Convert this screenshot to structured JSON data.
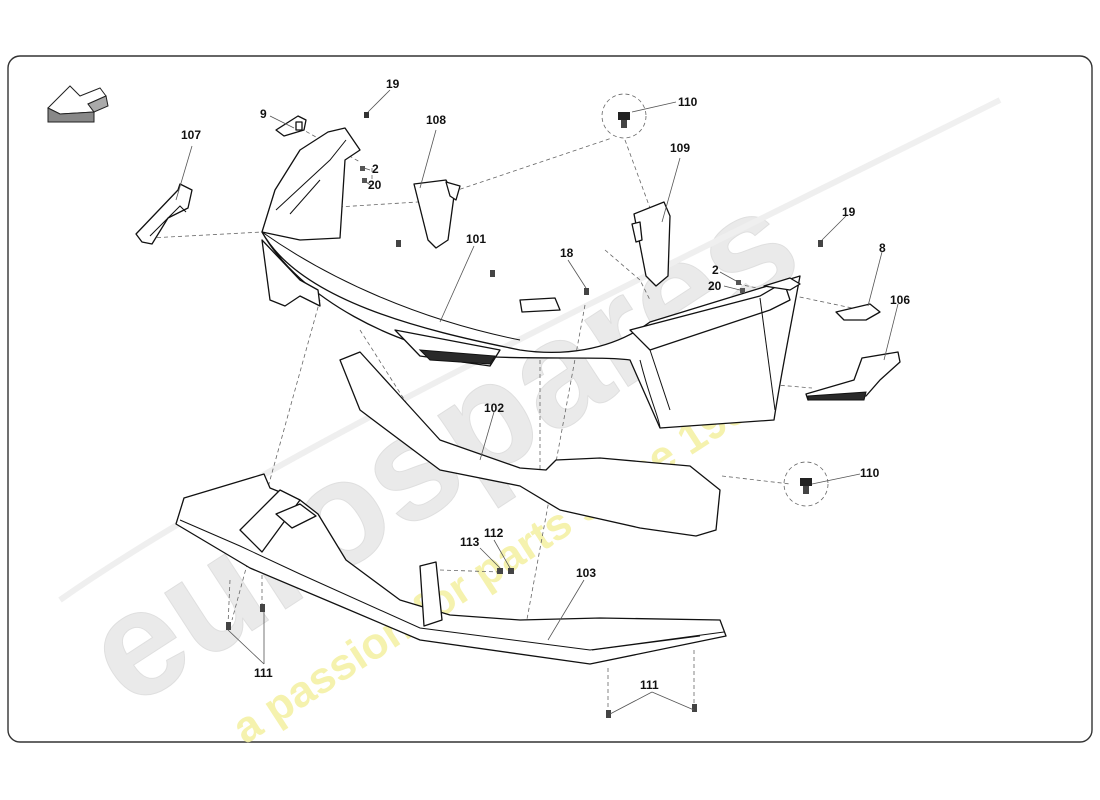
{
  "diagram": {
    "type": "exploded-parts-diagram",
    "callouts": [
      {
        "id": "c107",
        "label": "107"
      },
      {
        "id": "c9",
        "label": "9"
      },
      {
        "id": "c19a",
        "label": "19"
      },
      {
        "id": "c2a",
        "label": "2"
      },
      {
        "id": "c20a",
        "label": "20"
      },
      {
        "id": "c108",
        "label": "108"
      },
      {
        "id": "c110a",
        "label": "110"
      },
      {
        "id": "c109",
        "label": "109"
      },
      {
        "id": "c101",
        "label": "101"
      },
      {
        "id": "c18",
        "label": "18"
      },
      {
        "id": "c2b",
        "label": "2"
      },
      {
        "id": "c20b",
        "label": "20"
      },
      {
        "id": "c19b",
        "label": "19"
      },
      {
        "id": "c8",
        "label": "8"
      },
      {
        "id": "c106",
        "label": "106"
      },
      {
        "id": "c102",
        "label": "102"
      },
      {
        "id": "c110b",
        "label": "110"
      },
      {
        "id": "c113",
        "label": "113"
      },
      {
        "id": "c112",
        "label": "112"
      },
      {
        "id": "c103",
        "label": "103"
      },
      {
        "id": "c111a",
        "label": "111"
      },
      {
        "id": "c111b",
        "label": "111"
      }
    ]
  },
  "watermark": {
    "brand": "eurospares",
    "tagline": "a passion for parts since 1985",
    "color": "#e6e6e6",
    "tagline_color": "#f3f0a0"
  },
  "icons": {
    "direction": "direction-arrow-icon"
  }
}
